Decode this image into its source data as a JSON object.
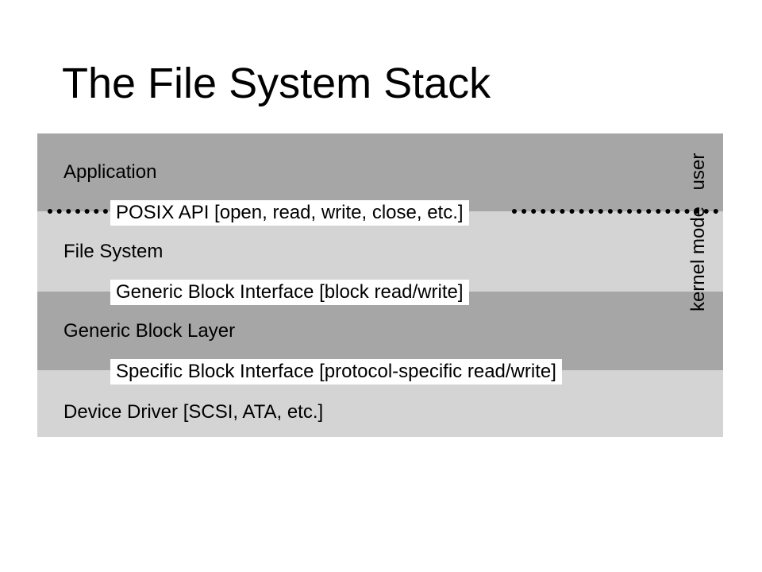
{
  "title": "The File System Stack",
  "layers": [
    {
      "label": "Application"
    },
    {
      "label": "File System"
    },
    {
      "label": "Generic Block Layer"
    },
    {
      "label": "Device Driver [SCSI, ATA, etc.]"
    }
  ],
  "interfaces": [
    {
      "label": "POSIX API [open, read, write, close, etc.]"
    },
    {
      "label": "Generic Block Interface [block read/write]"
    },
    {
      "label": "Specific Block Interface [protocol-specific read/write]"
    }
  ],
  "modes": {
    "user": "user",
    "kernel": "kernel mode"
  },
  "colors": {
    "dark_band": "#a6a6a6",
    "light_band": "#d4d4d4",
    "interface_box": "#ffffff",
    "boundary_line": "#000000"
  }
}
